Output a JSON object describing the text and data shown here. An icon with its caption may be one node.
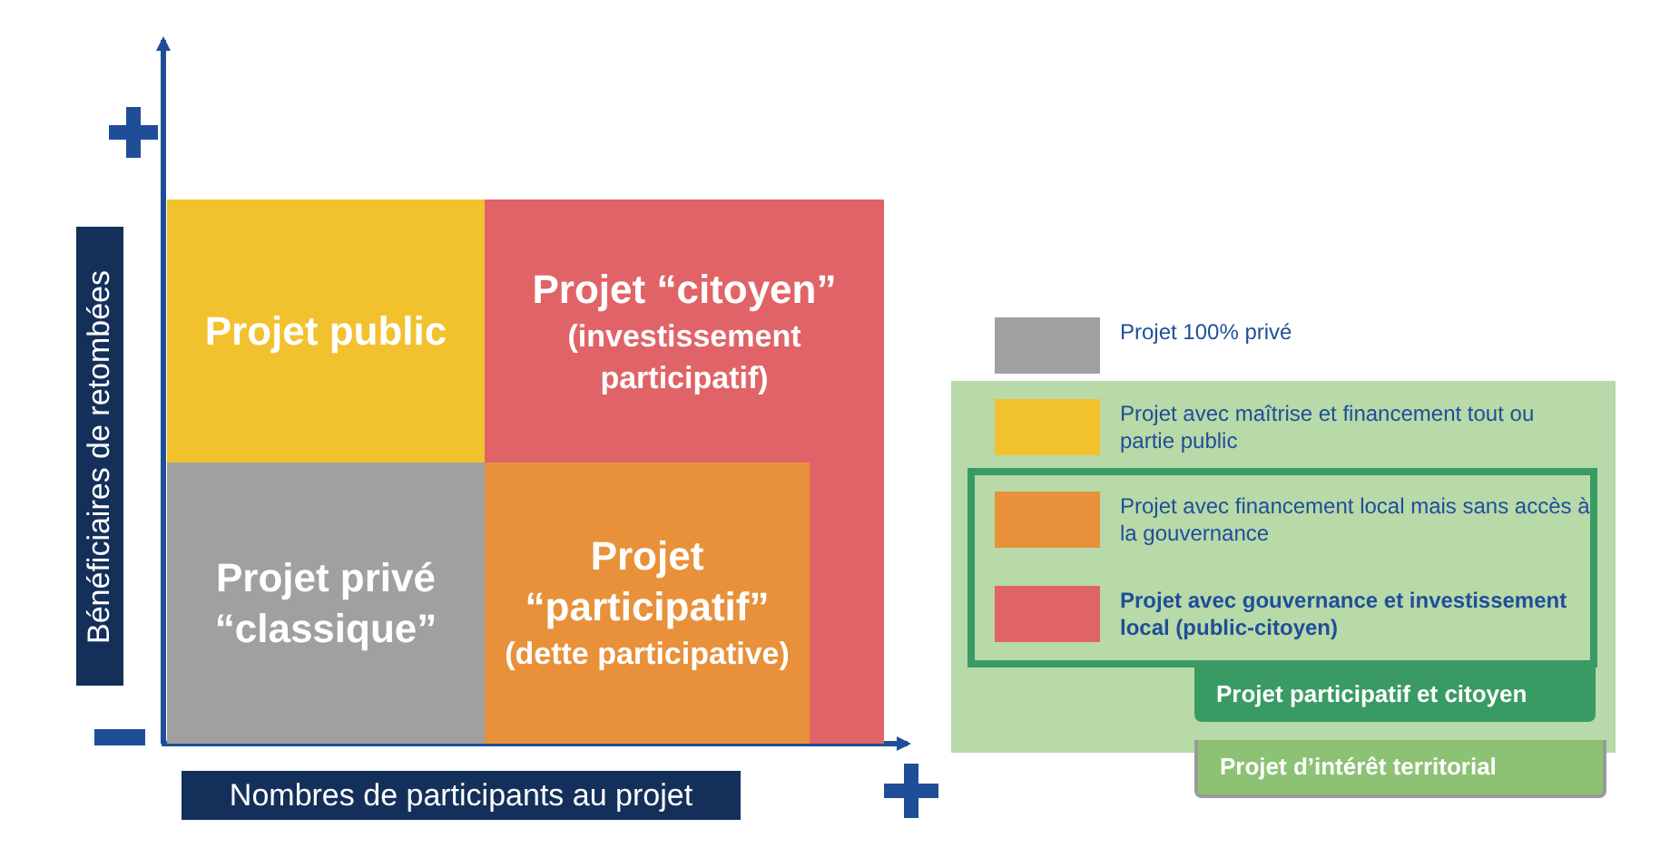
{
  "diagram": {
    "nodes": [
      {
        "text": [
          "Projet public"
        ]
      },
      {
        "text": [
          "Projet “citoyen”",
          "(investissement participatif)"
        ]
      },
      {
        "text": [
          "Projet privé “classique”"
        ]
      },
      {
        "text": [
          "Projet “participatif”",
          "(dette participative)"
        ],
        "in": 1
      },
      {
        "text": [
          "Projet d’intérêt territorial"
        ]
      },
      {
        "text": [
          "Projet participatif et citoyen"
        ],
        "in": 4
      }
    ],
    "edges": [],
    "labels": [
      "Bénéficiaires de retombées",
      "Nombres de participants au projet"
    ],
    "legend": [
      {
        "text": "Projet 100% privé",
        "color": "#a0a0a0"
      },
      {
        "text": "Projet avec maîtrise et financement tout ou partie public",
        "color": "#f2c12e"
      },
      {
        "text": "Projet avec financement local mais sans accès à la gouvernance",
        "color": "#e8913a"
      },
      {
        "text": "Projet avec gouvernance et investissement local (public-citoyen)",
        "color": "#e06467"
      }
    ]
  }
}
